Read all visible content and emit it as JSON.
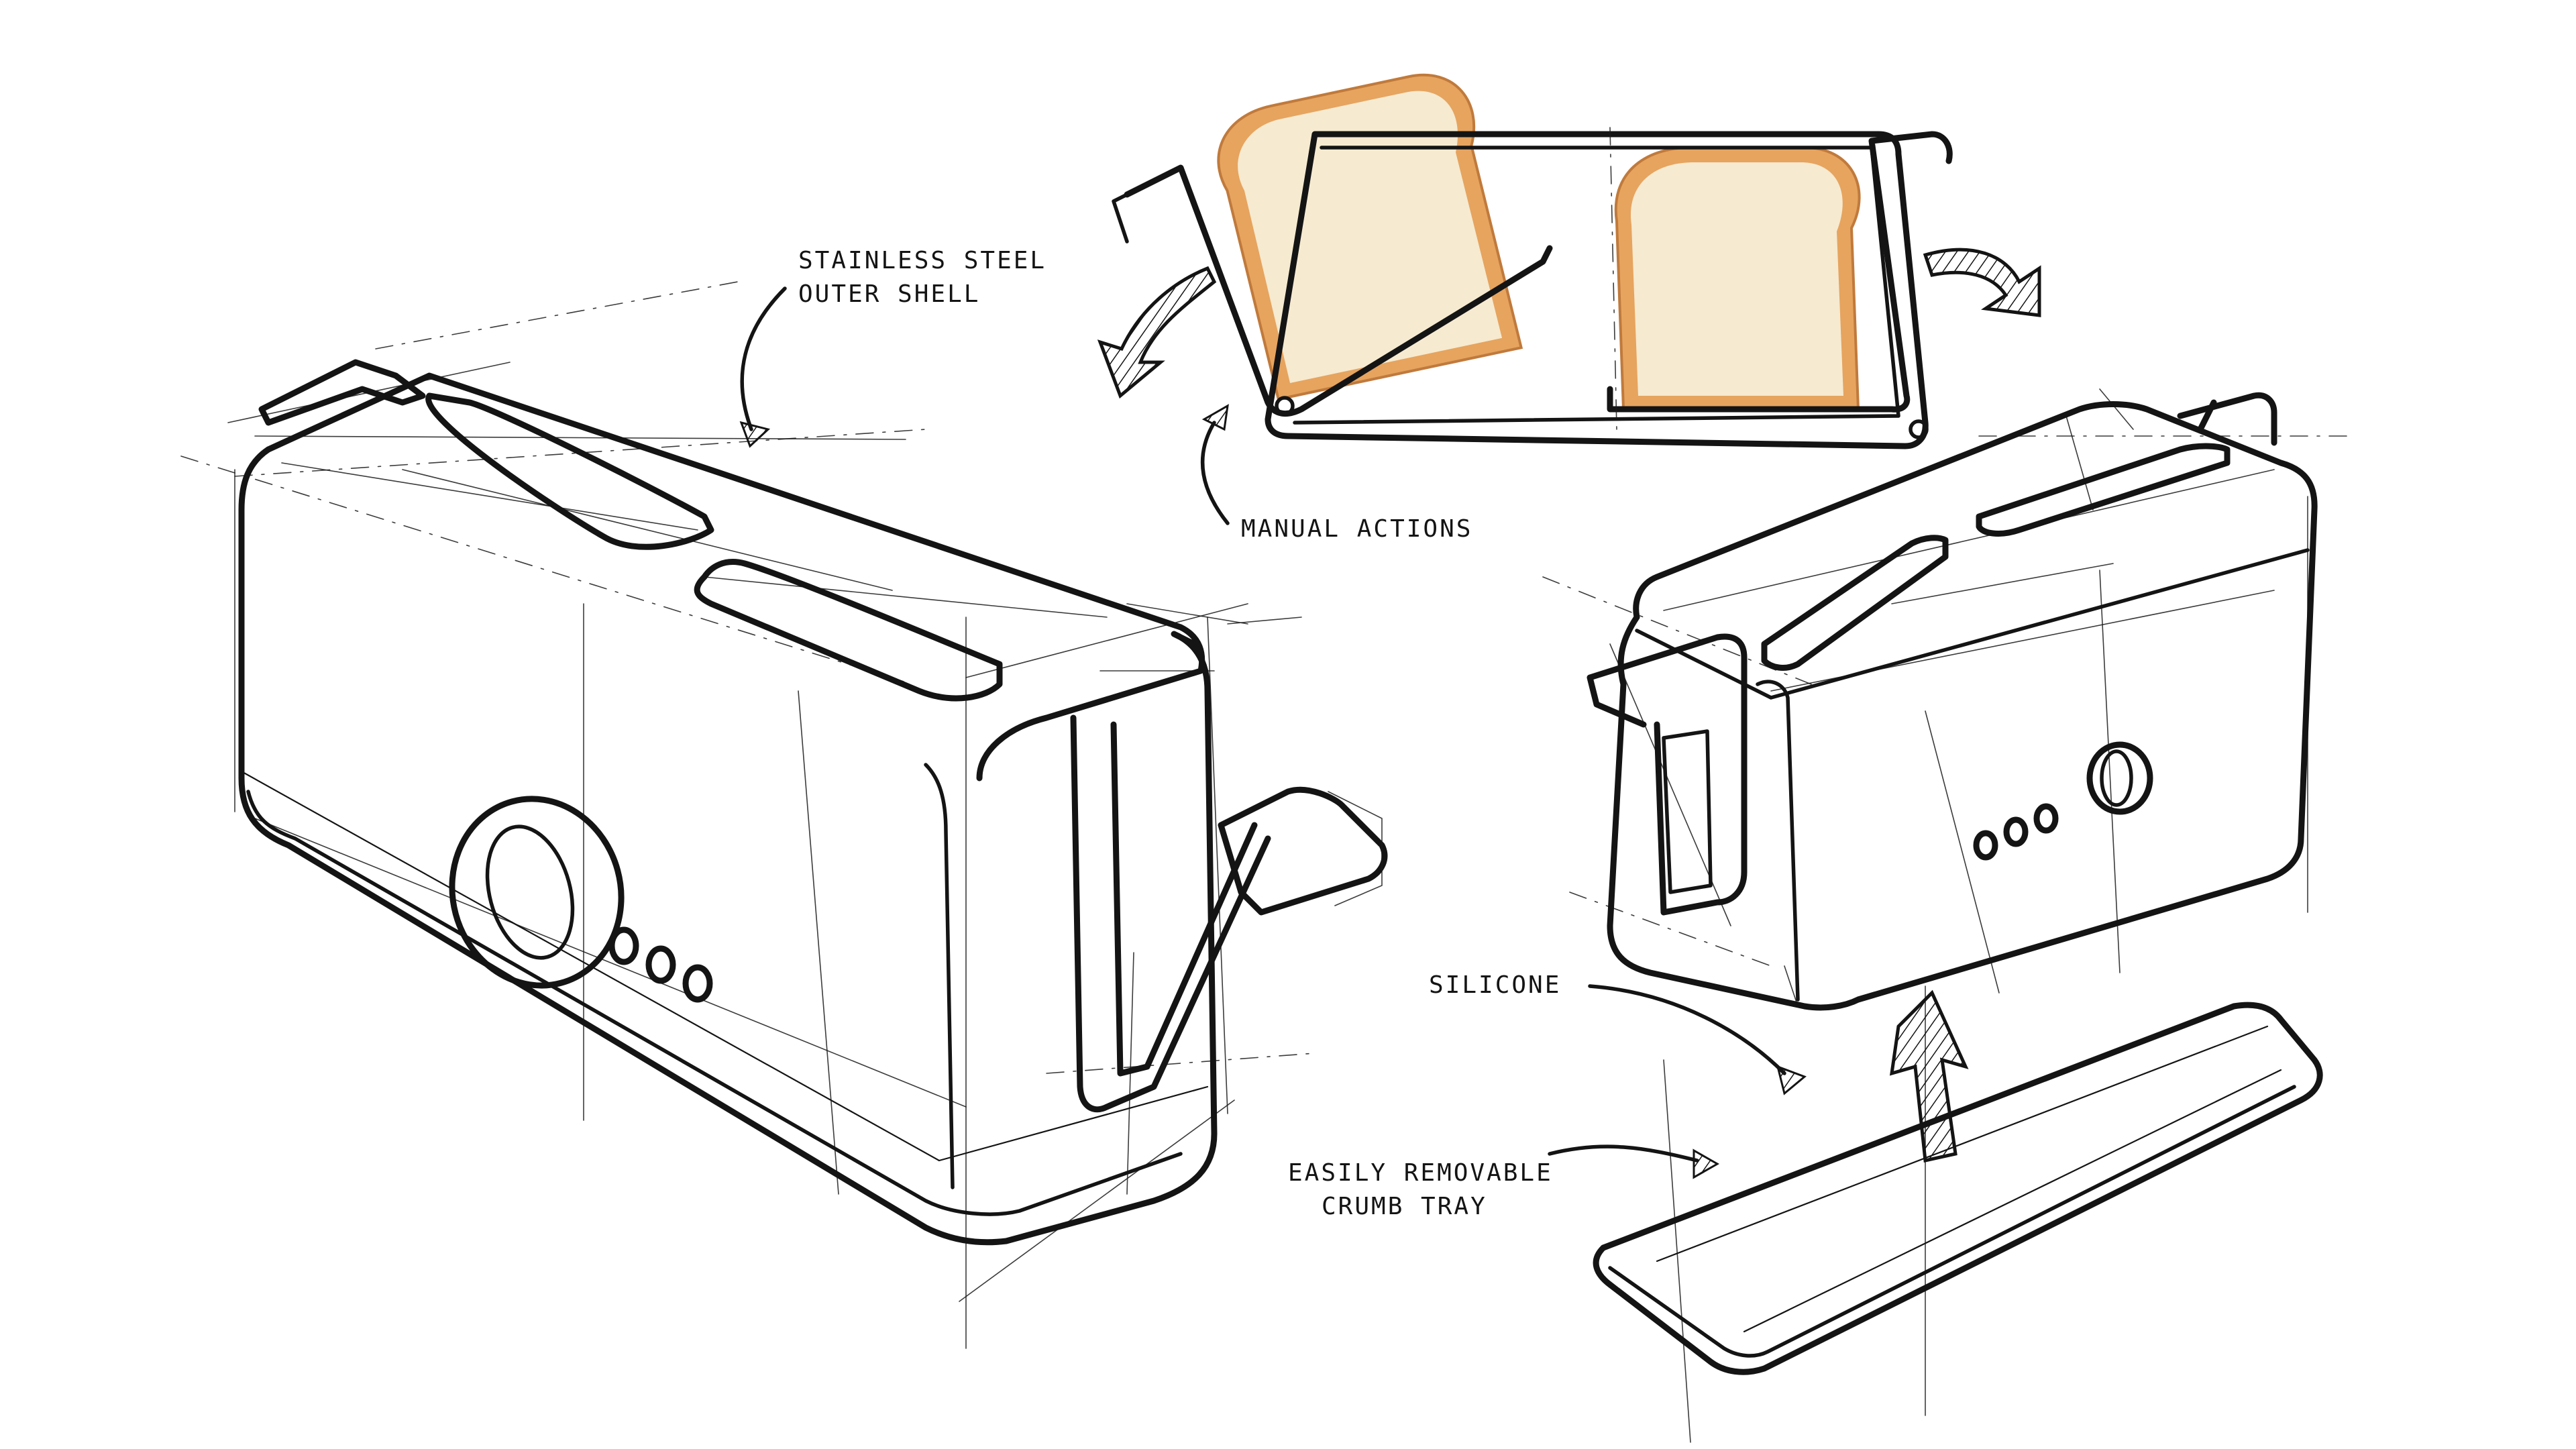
{
  "annotations": {
    "shell": [
      "Stainless steel",
      "outer shell"
    ],
    "manual": [
      "Manual actions"
    ],
    "silicone": [
      "Silicone"
    ],
    "tray": [
      "Easily removable",
      "crumb tray"
    ]
  },
  "colors": {
    "ink": "#141414",
    "paper": "#ffffff",
    "crust": "#e6a45f",
    "crumb": "#f6ead0"
  }
}
